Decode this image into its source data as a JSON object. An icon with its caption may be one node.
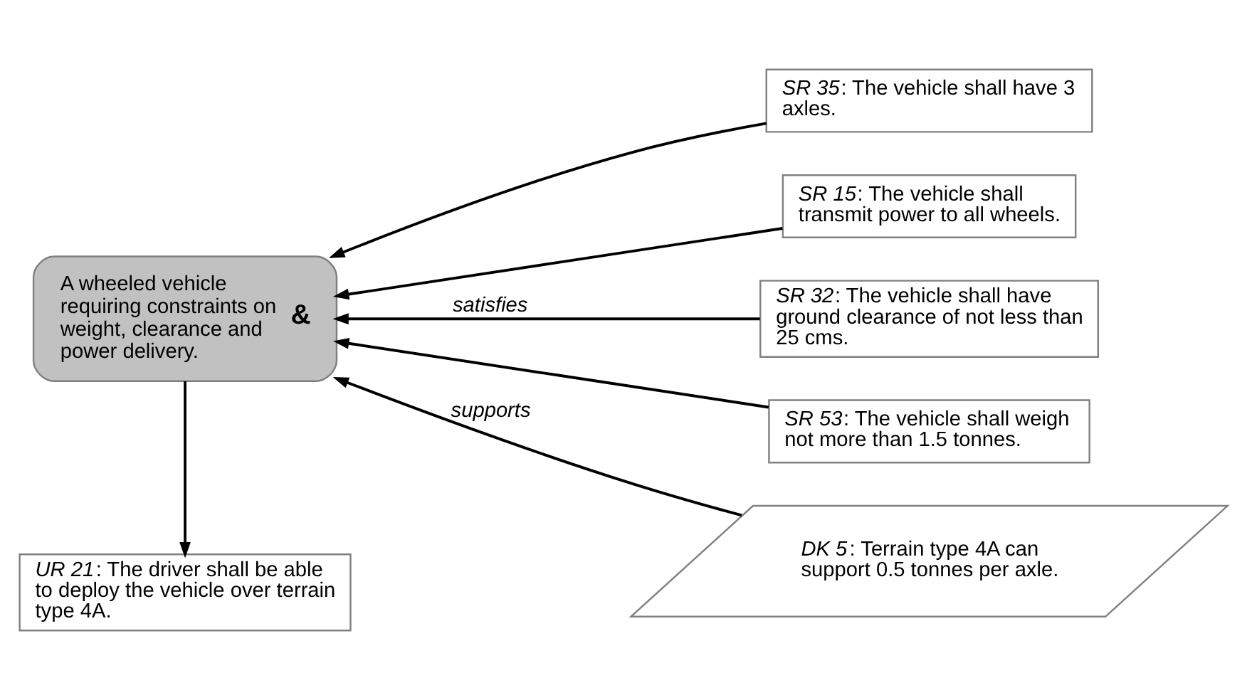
{
  "diagram": {
    "nodes": [
      {
        "text": [
          "*UR 21*: The driver shall be able to deploy the vehicle over terrain type 4A."
        ]
      },
      {
        "text": [
          "A wheeled vehicle requiring constraints on weight, clearance and power delivery.",
          "&"
        ]
      },
      {
        "text": [
          "*SR 35*: The vehicle shall have 3 axles."
        ]
      },
      {
        "text": [
          "*SR 15*: The vehicle shall transmit power to all wheels."
        ]
      },
      {
        "text": [
          "*SR 32*: The vehicle shall have ground clearance of not less than 25 cms."
        ]
      },
      {
        "text": [
          "*SR 53*: The vehicle shall weigh not more than 1.5 tonnes."
        ]
      },
      {
        "text": [
          "*DK 5*: Terrain type 4A can support 0.5 tonnes per axle."
        ]
      }
    ],
    "edges": [
      {
        "from": 1,
        "to": 0,
        "arrow": "to"
      },
      {
        "from": 2,
        "to": 1,
        "arrow": "to"
      },
      {
        "from": 3,
        "to": 1,
        "arrow": "to"
      },
      {
        "from": 4,
        "to": 1,
        "arrow": "to",
        "label": "satisfies"
      },
      {
        "from": 5,
        "to": 1,
        "arrow": "to"
      },
      {
        "from": 6,
        "to": 1,
        "arrow": "to",
        "label": "supports"
      }
    ]
  }
}
